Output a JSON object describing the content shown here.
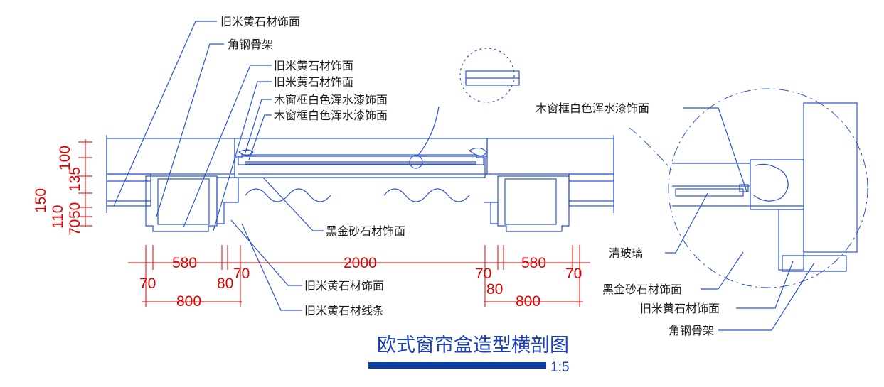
{
  "drawing": {
    "title": "欧式窗帘盒造型横剖图",
    "scale": "1:5",
    "colors": {
      "line": "#2d55d0",
      "dimension": "#e00000",
      "text": "#1a1a1a",
      "title": "#1a3fbf"
    }
  },
  "labels": {
    "left_1": "旧米黄石材饰面",
    "left_2": "角钢骨架",
    "left_3": "旧米黄石材饰面",
    "left_4": "旧米黄石材饰面",
    "left_5": "木窗框白色浑水漆饰面",
    "left_6": "木窗框白色浑水漆饰面",
    "bottom_1": "黑金砂石材饰面",
    "bottom_2": "旧米黄石材饰面",
    "bottom_3": "旧米黄石材线条",
    "detail_1": "木窗框白色浑水漆饰面",
    "detail_2": "清玻璃",
    "detail_3": "黑金砂石材饰面",
    "detail_4": "旧米黄石材饰面",
    "detail_5": "角钢骨架"
  },
  "dimensions": {
    "vertical": {
      "d150": "150",
      "d100": "100",
      "d135": "135",
      "d110": "110",
      "d70": "70",
      "d50": "50"
    },
    "horizontal": {
      "l70a": "70",
      "l580": "580",
      "l80": "80",
      "l70b": "70",
      "l800": "800",
      "c2000": "2000",
      "r70a": "70",
      "r80": "80",
      "r580": "580",
      "r70b": "70",
      "r800": "800"
    }
  }
}
